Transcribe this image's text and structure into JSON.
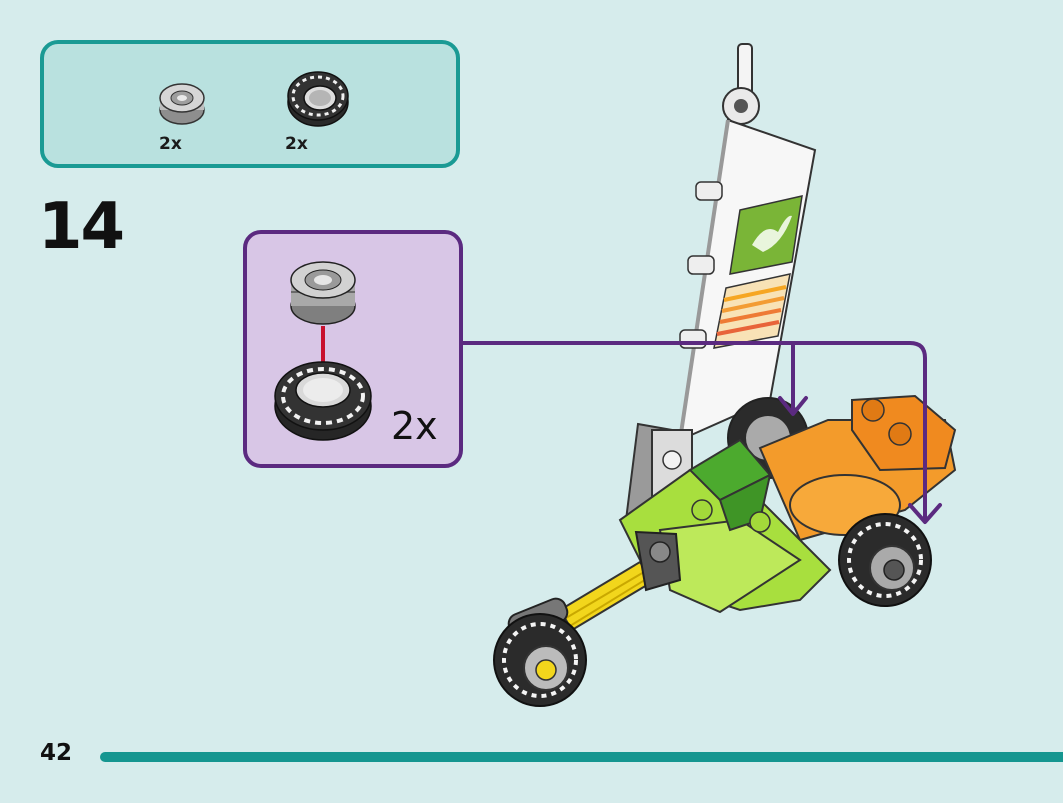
{
  "parts_list": {
    "items": [
      {
        "icon": "wheel-rim-icon",
        "quantity": "2x"
      },
      {
        "icon": "tire-icon",
        "quantity": "2x"
      }
    ]
  },
  "step": {
    "number": "14"
  },
  "sub_assembly": {
    "quantity": "2x"
  },
  "page": {
    "number": "42"
  },
  "colors": {
    "parts_border": "#1a9a94",
    "parts_fill": "#b9e1df",
    "sub_border": "#5b2a80",
    "sub_fill": "#d8c6e6",
    "arrow": "#5b2a80",
    "page_bar": "#159690"
  }
}
